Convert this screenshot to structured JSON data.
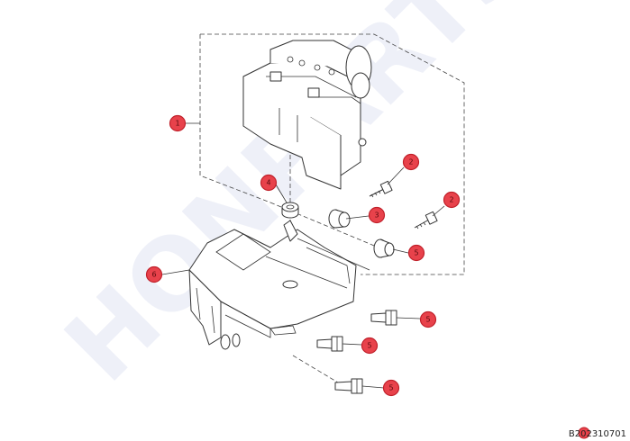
{
  "watermark": "HONPARTS",
  "diagram_code": "B202310701",
  "callouts": [
    {
      "id": "c1",
      "label": "1"
    },
    {
      "id": "c2a",
      "label": "2"
    },
    {
      "id": "c2b",
      "label": "2"
    },
    {
      "id": "c3",
      "label": "3"
    },
    {
      "id": "c4",
      "label": "4"
    },
    {
      "id": "c5a",
      "label": "5"
    },
    {
      "id": "c5b",
      "label": "5"
    },
    {
      "id": "c5c",
      "label": "5"
    },
    {
      "id": "c5d",
      "label": "5"
    },
    {
      "id": "c6",
      "label": "6"
    }
  ]
}
